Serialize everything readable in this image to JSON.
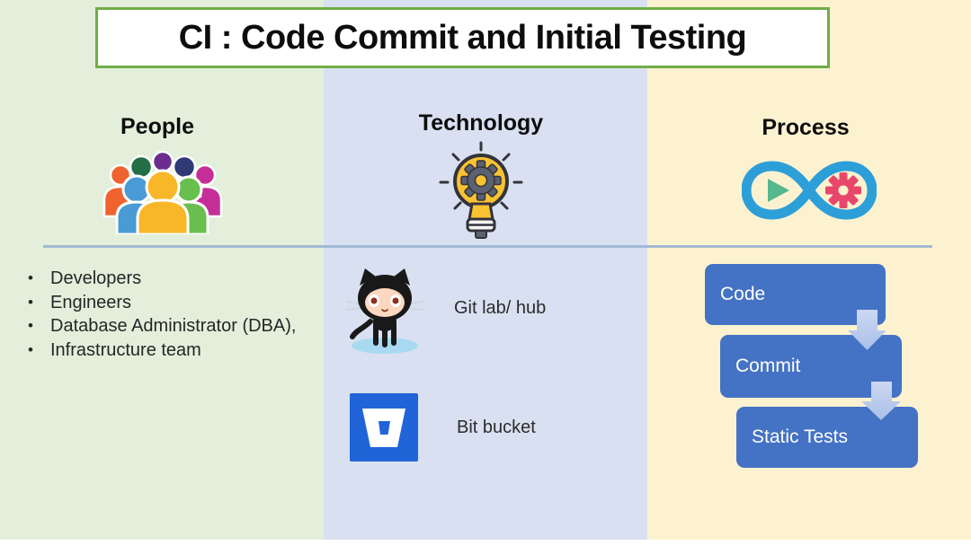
{
  "title": "CI : Code Commit and Initial Testing",
  "bullet_char": "•",
  "columns": {
    "people": {
      "header": "People",
      "icon": "people-group-icon",
      "items": [
        "Developers",
        "Engineers",
        "Database Administrator (DBA),",
        "Infrastructure team"
      ]
    },
    "technology": {
      "header": "Technology",
      "icon": "lightbulb-gear-icon",
      "tools": [
        {
          "icon": "github-octocat-icon",
          "label": "Git lab/ hub"
        },
        {
          "icon": "bitbucket-icon",
          "label": "Bit bucket"
        }
      ]
    },
    "process": {
      "header": "Process",
      "icon": "devops-infinity-icon",
      "steps": [
        {
          "label": "Code"
        },
        {
          "label": "Commit"
        },
        {
          "label": "Static Tests"
        }
      ]
    }
  },
  "colors": {
    "band_green": "#e3efdb",
    "band_blue": "#d9e0f1",
    "band_yellow": "#fdf2d0",
    "title_border_green": "#70ad47",
    "divider_blue_gray": "#a2b9d4",
    "step_box_blue": "#4472c4",
    "arrow_light_blue": "#b9cbec",
    "devops_infinity_blue": "#2d9fd8",
    "play_green": "#55b88e",
    "gear_pink": "#e8476b",
    "bitbucket_blue": "#2064d8",
    "bulb_yellow": "#f9c233"
  }
}
